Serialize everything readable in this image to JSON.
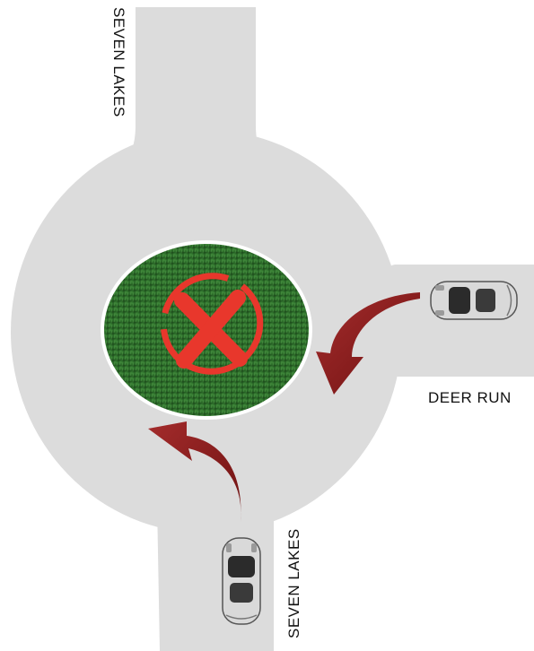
{
  "roads": {
    "north_label": "SEVEN LAKES",
    "south_label": "SEVEN LAKES",
    "east_label": "DEER RUN"
  },
  "center_island": {
    "fill": "grass",
    "symbol": "no-entry-x-icon",
    "symbol_color": "#e8372c"
  },
  "vehicles": [
    {
      "id": "car-east",
      "color": "#d9d9d9"
    },
    {
      "id": "car-south",
      "color": "#d9d9d9"
    }
  ],
  "arrows": {
    "color": "#8b1a1a"
  },
  "colors": {
    "road": "#dcdcdc",
    "grass_dark": "#1f5b22",
    "grass_light": "#3f8a3a"
  }
}
